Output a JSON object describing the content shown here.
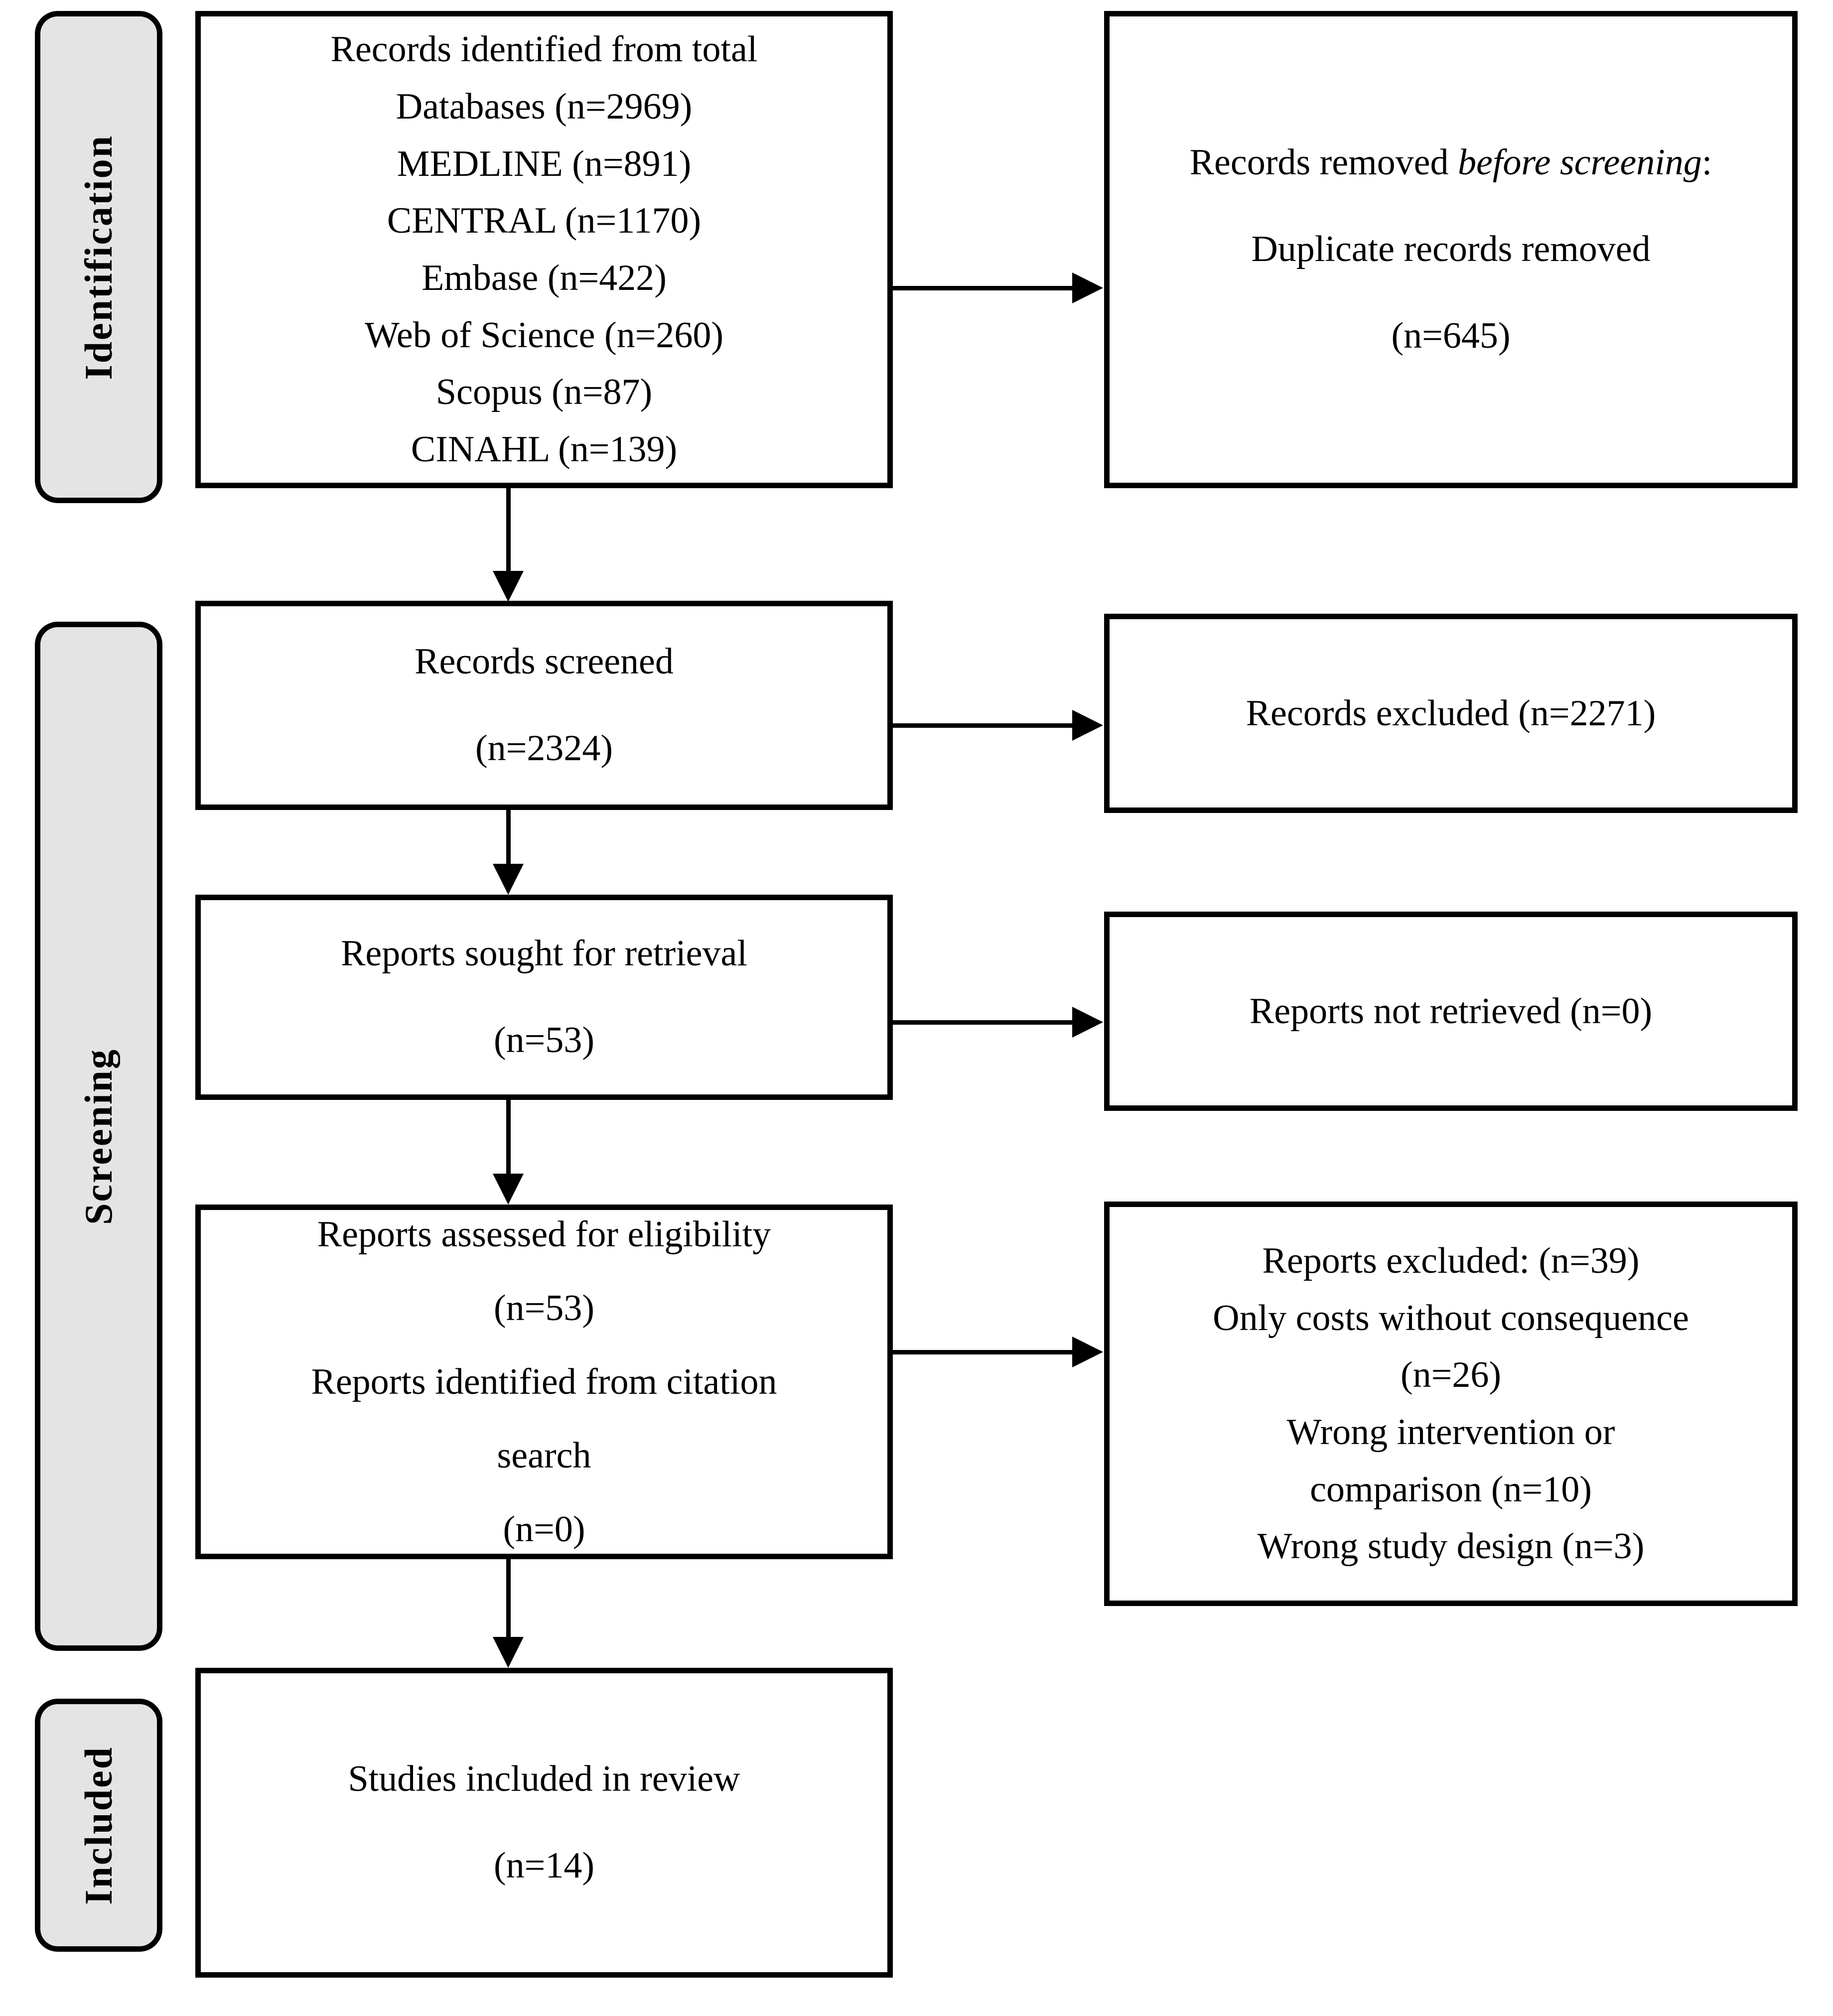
{
  "diagram": {
    "title": "PRISMA 2020 flow diagram",
    "type": "prisma-flow-diagram",
    "colors": {
      "phase_fill": "#e4e4e4",
      "box_fill": "#ffffff",
      "stroke": "#000000",
      "text": "#000000"
    }
  },
  "phases": [
    {
      "id": "identification",
      "label": "Identification"
    },
    {
      "id": "screening",
      "label": "Screening"
    },
    {
      "id": "included",
      "label": "Included"
    }
  ],
  "boxes": {
    "records_identified": {
      "lines": [
        "Records identified from total",
        "Databases (n=2969)",
        "MEDLINE (n=891)",
        "CENTRAL (n=1170)",
        "Embase (n=422)",
        "Web of Science (n=260)",
        "Scopus (n=87)",
        "CINAHL (n=139)"
      ]
    },
    "records_removed": {
      "line1_pre": "Records removed ",
      "line1_italic": "before screening",
      "line1_post": ":",
      "line2": "Duplicate records removed",
      "line3": "(n=645)"
    },
    "records_screened": {
      "line1": "Records screened",
      "line2": "(n=2324)"
    },
    "records_excluded": {
      "line1": "Records excluded (n=2271)"
    },
    "reports_sought": {
      "line1": "Reports sought for retrieval",
      "line2": "(n=53)"
    },
    "reports_not_retrieved": {
      "line1": "Reports not retrieved (n=0)"
    },
    "reports_assessed": {
      "line1": "Reports assessed for eligibility",
      "line2": "(n=53)",
      "line3": "Reports identified from citation",
      "line4": "search",
      "line5": "(n=0)"
    },
    "reports_excluded": {
      "line1": "Reports excluded: (n=39)",
      "line2": "Only costs without consequence",
      "line3": "(n=26)",
      "line4": "Wrong intervention or",
      "line5": "comparison (n=10)",
      "line6": "Wrong study design (n=3)"
    },
    "studies_included": {
      "line1": "Studies included in review",
      "line2": "(n=14)"
    }
  },
  "counts": {
    "databases_total": 2969,
    "medline": 891,
    "central": 1170,
    "embase": 422,
    "web_of_science": 260,
    "scopus": 87,
    "cinahl": 139,
    "duplicates_removed": 645,
    "records_screened": 2324,
    "records_excluded": 2271,
    "reports_sought": 53,
    "reports_not_retrieved": 0,
    "reports_assessed": 53,
    "reports_from_citation_search": 0,
    "reports_excluded_total": 39,
    "excluded_only_costs_without_consequence": 26,
    "excluded_wrong_intervention_or_comparison": 10,
    "excluded_wrong_study_design": 3,
    "studies_included": 14
  }
}
